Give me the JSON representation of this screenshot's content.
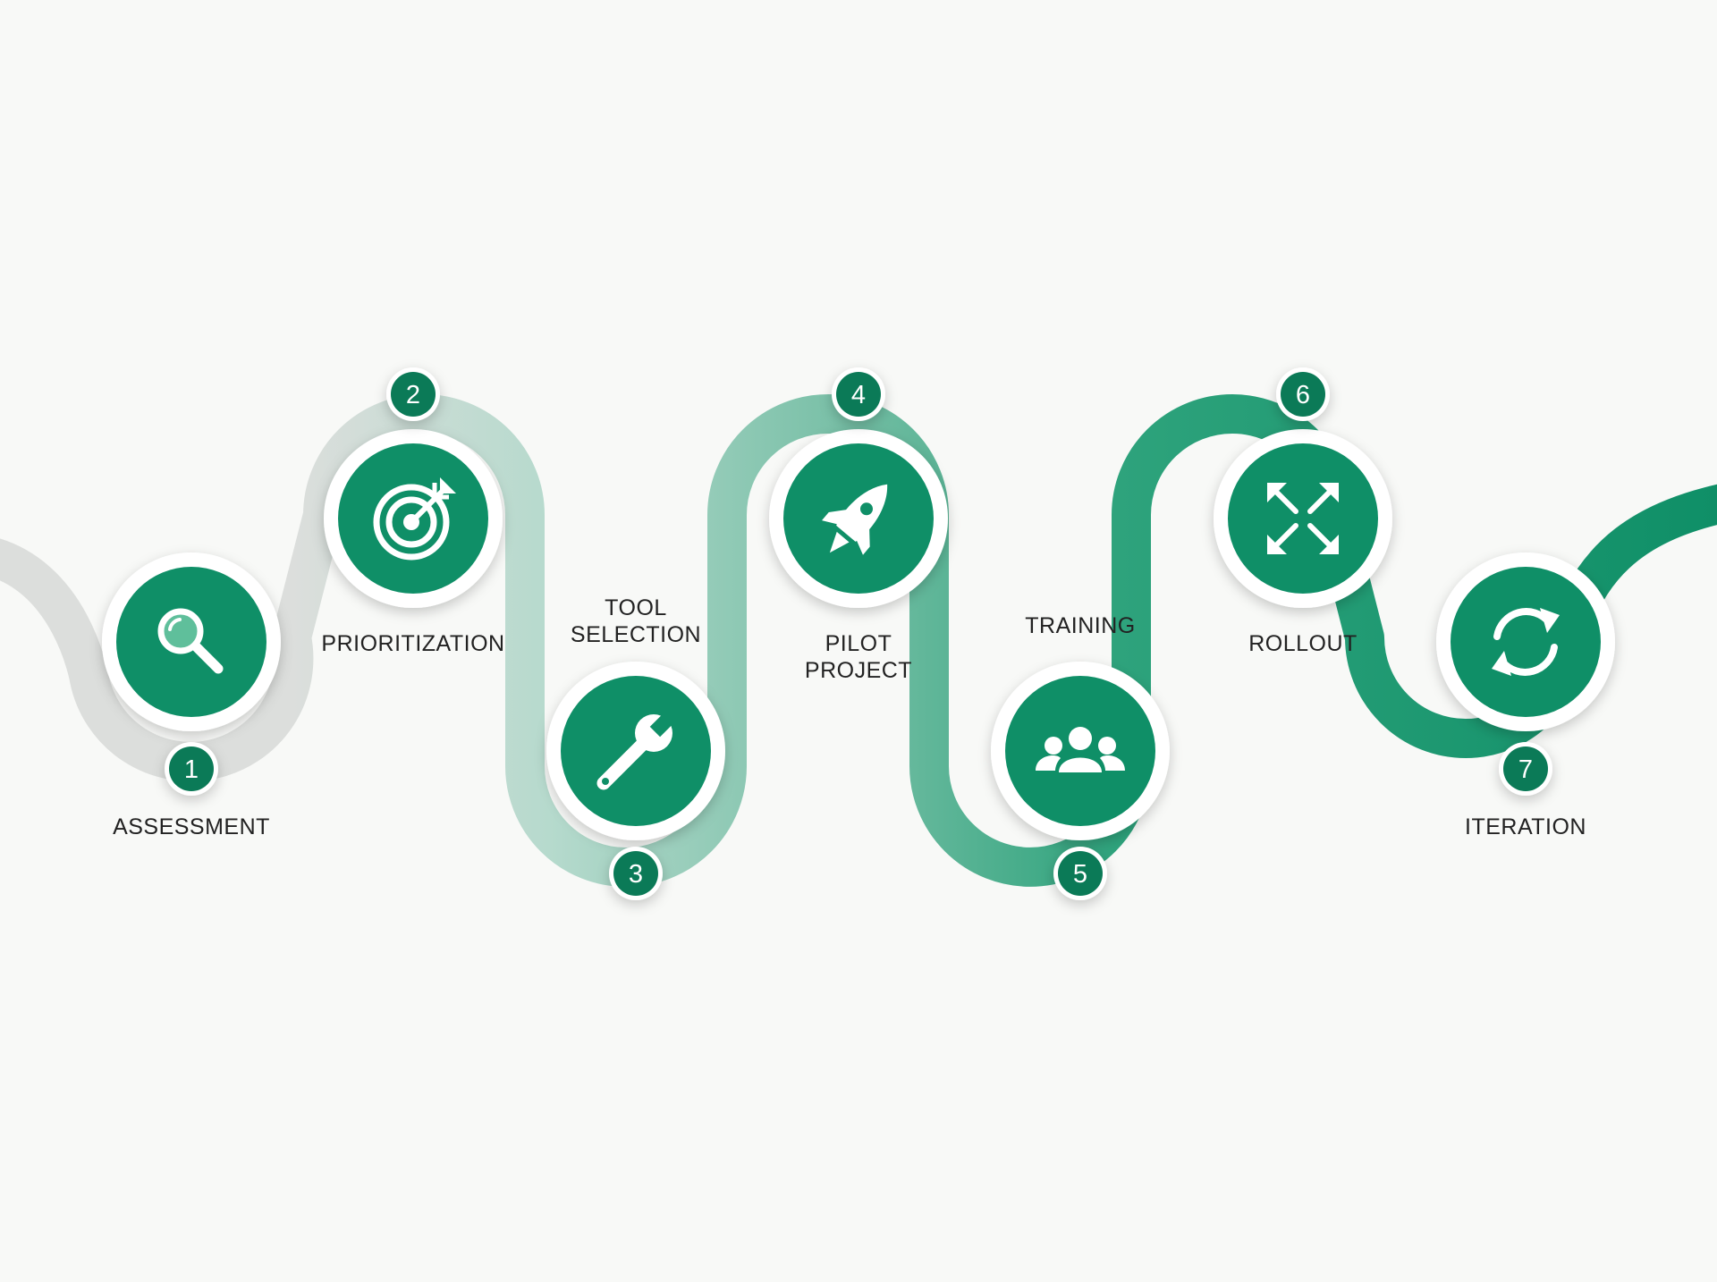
{
  "colors": {
    "accent": "#0f8f67",
    "accent_dark": "#0b7a57",
    "track_light": "#dcdedc",
    "track_mid": "#8fc8b6",
    "background": "#f8f9f7"
  },
  "steps": [
    {
      "number": "1",
      "label": "ASSESSMENT",
      "icon": "magnifier-icon"
    },
    {
      "number": "2",
      "label": "PRIORITIZATION",
      "icon": "target-icon"
    },
    {
      "number": "3",
      "label": "TOOL\nSELECTION",
      "icon": "wrench-icon"
    },
    {
      "number": "4",
      "label": "PILOT\nPROJECT",
      "icon": "rocket-icon"
    },
    {
      "number": "5",
      "label": "TRAINING",
      "icon": "team-icon"
    },
    {
      "number": "6",
      "label": "ROLLOUT",
      "icon": "expand-arrows-icon"
    },
    {
      "number": "7",
      "label": "ITERATION",
      "icon": "refresh-icon"
    }
  ]
}
